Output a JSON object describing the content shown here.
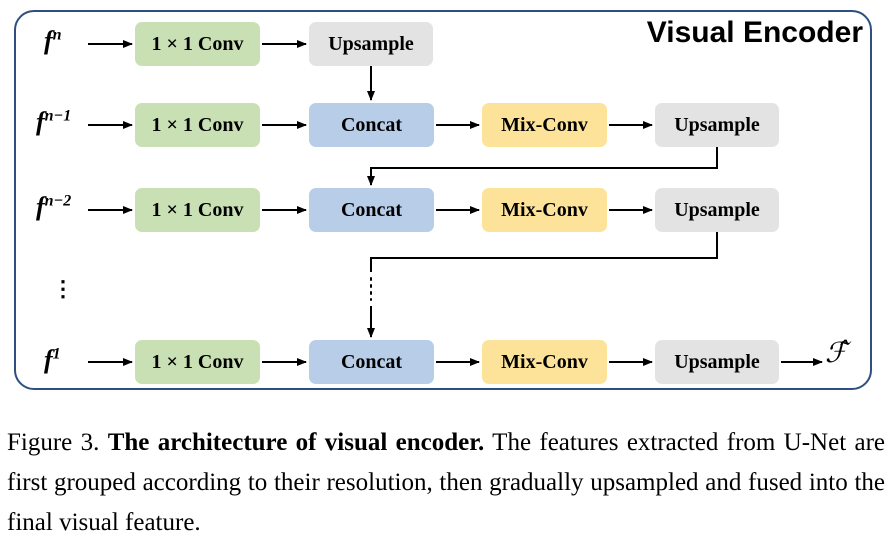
{
  "diagram": {
    "title": "Visual Encoder",
    "colors": {
      "conv": "#c9e0b4",
      "concat": "#b7cde8",
      "mix": "#fde39a",
      "upsample": "#e3e3e3",
      "border": "#2f4f7f"
    },
    "rows": [
      {
        "label_base": "f",
        "label_sup": "n",
        "conv": "1 × 1 Conv",
        "upsample": "Upsample"
      },
      {
        "label_base": "f",
        "label_sup": "n−1",
        "conv": "1 × 1 Conv",
        "concat": "Concat",
        "mix": "Mix-Conv",
        "upsample": "Upsample"
      },
      {
        "label_base": "f",
        "label_sup": "n−2",
        "conv": "1 × 1 Conv",
        "concat": "Concat",
        "mix": "Mix-Conv",
        "upsample": "Upsample"
      },
      {
        "label_base": "f",
        "label_sup": "1",
        "conv": "1 × 1 Conv",
        "concat": "Concat",
        "mix": "Mix-Conv",
        "upsample": "Upsample"
      }
    ],
    "ellipsis": "⋮",
    "output": "ℱ̂"
  },
  "caption": {
    "prefix": "Figure 3.",
    "bold": "The architecture of visual encoder.",
    "text": "The features extracted from U-Net are first grouped according to their resolution, then gradually upsampled and fused into the final visual feature."
  }
}
